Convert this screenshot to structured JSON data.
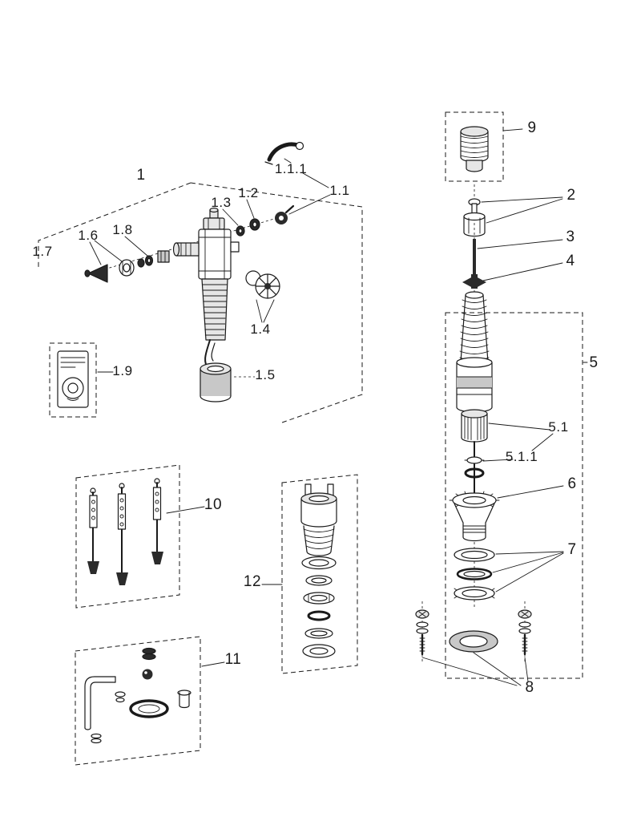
{
  "colors": {
    "background": "#ffffff",
    "ink": "#1a1a1a"
  },
  "diagram": {
    "type": "exploded-parts-diagram",
    "description": "Exploded technical spare-parts drawing of flush valve and fill valve assemblies with numbered callouts",
    "callouts": {
      "l1": "1",
      "l1_1": "1.1",
      "l1_1_1": "1.1.1",
      "l1_2": "1.2",
      "l1_3": "1.3",
      "l1_4": "1.4",
      "l1_5": "1.5",
      "l1_6": "1.6",
      "l1_7": "1.7",
      "l1_8": "1.8",
      "l1_9": "1.9",
      "l2": "2",
      "l3": "3",
      "l4": "4",
      "l5": "5",
      "l5_1": "5.1",
      "l5_1_1": "5.1.1",
      "l6": "6",
      "l7": "7",
      "l8": "8",
      "l9": "9",
      "l10": "10",
      "l11": "11",
      "l12": "12"
    }
  }
}
